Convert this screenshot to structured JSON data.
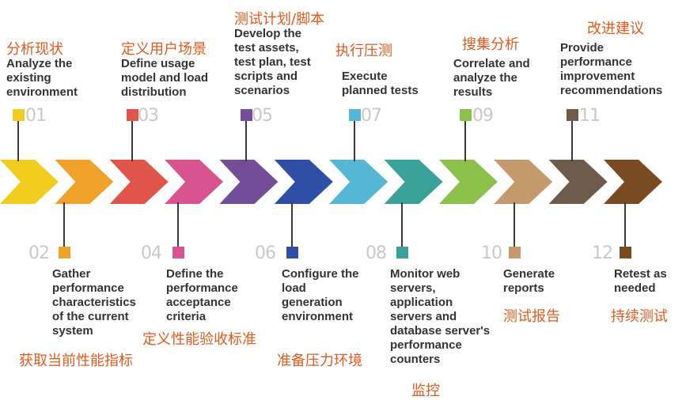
{
  "steps": [
    {
      "num": "01",
      "en": [
        "Analyze the",
        "existing",
        "environment"
      ],
      "cn": "分析现状",
      "color": "#f2cc1f"
    },
    {
      "num": "02",
      "en": [
        "Gather",
        "performance",
        "characteristics",
        "of the current",
        "system"
      ],
      "cn": "获取当前性能指标",
      "color": "#f0a12a"
    },
    {
      "num": "03",
      "en": [
        "Define usage",
        "model and load",
        "distribution"
      ],
      "cn": "定义用户场景",
      "color": "#e0544a"
    },
    {
      "num": "04",
      "en": [
        "Define the",
        "performance",
        "acceptance",
        "criteria"
      ],
      "cn": "定义性能验收标准",
      "color": "#d9548e"
    },
    {
      "num": "05",
      "en": [
        "Develop the",
        "test assets,",
        "test plan, test",
        "scripts and",
        "scenarios"
      ],
      "cn": "测试计划/脚本",
      "color": "#744d98"
    },
    {
      "num": "06",
      "en": [
        "Configure the",
        "load",
        "generation",
        "environment"
      ],
      "cn": "准备压力环境",
      "color": "#2f4fa6"
    },
    {
      "num": "07",
      "en": [
        "Execute",
        "planned tests"
      ],
      "cn": "执行压测",
      "color": "#55b6d6"
    },
    {
      "num": "08",
      "en": [
        "Monitor web",
        "servers,",
        "application",
        "servers and",
        "database server's",
        "performance",
        "counters"
      ],
      "cn": "监控",
      "color": "#3aa29a"
    },
    {
      "num": "09",
      "en": [
        "Correlate and",
        "analyze the",
        "results"
      ],
      "cn": "搜集分析",
      "color": "#8bc04a"
    },
    {
      "num": "10",
      "en": [
        "Generate",
        "reports"
      ],
      "cn": "测试报告",
      "color": "#c49a6c"
    },
    {
      "num": "11",
      "en": [
        "Provide",
        "performance",
        "improvement",
        "recommendations"
      ],
      "cn": "改进建议",
      "color": "#6e5a49"
    },
    {
      "num": "12",
      "en": [
        "Retest as",
        "needed"
      ],
      "cn": "持续测试",
      "color": "#7a4a22"
    }
  ]
}
